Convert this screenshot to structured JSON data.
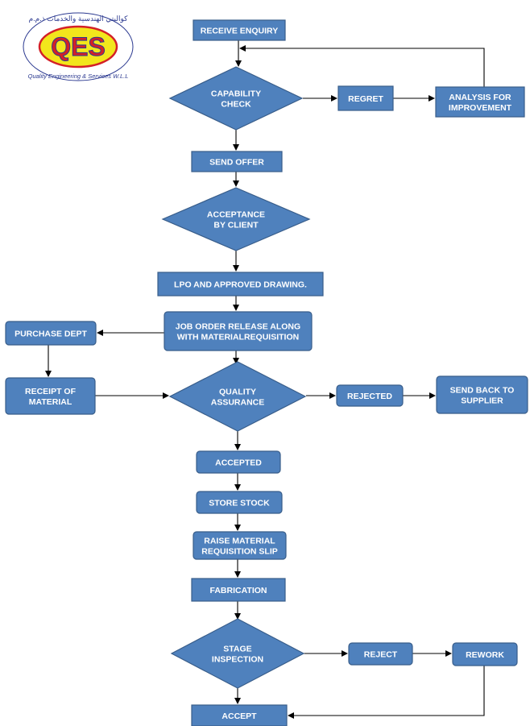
{
  "logo": {
    "abbr": "QES",
    "arabic": "كواليتي الهندسية والخدمات ذ.م.م",
    "english": "Quality Engineering & Services W.L.L"
  },
  "colors": {
    "node_fill": "#4f81bd",
    "node_stroke": "#385d8a",
    "node_text": "#ffffff",
    "edge": "#000000",
    "logo_yellow": "#f2e61c",
    "logo_red": "#d42027",
    "logo_blue": "#2b3990"
  },
  "nodes": {
    "receive_enquiry": [
      "RECEIVE ENQUIRY"
    ],
    "capability_check": [
      "CAPABILITY",
      "CHECK"
    ],
    "regret": [
      "REGRET"
    ],
    "analysis": [
      "ANALYSIS FOR",
      "IMPROVEMENT"
    ],
    "send_offer": [
      "SEND OFFER"
    ],
    "acceptance": [
      "ACCEPTANCE",
      "BY CLIENT"
    ],
    "lpo": [
      "LPO AND APPROVED DRAWING."
    ],
    "job_order": [
      "JOB ORDER RELEASE ALONG",
      "WITH MATERIALREQUISITION"
    ],
    "purchase": [
      "PURCHASE DEPT"
    ],
    "receipt": [
      "RECEIPT OF",
      "MATERIAL"
    ],
    "quality": [
      "QUALITY",
      "ASSURANCE"
    ],
    "rejected": [
      "REJECTED"
    ],
    "send_back": [
      "SEND BACK TO",
      "SUPPLIER"
    ],
    "accepted": [
      "ACCEPTED"
    ],
    "store_stock": [
      "STORE STOCK"
    ],
    "raise_slip": [
      "RAISE MATERIAL",
      "REQUISITION SLIP"
    ],
    "fabrication": [
      "FABRICATION"
    ],
    "stage_inspection": [
      "STAGE",
      "INSPECTION"
    ],
    "reject": [
      "REJECT"
    ],
    "rework": [
      "REWORK"
    ],
    "accept": [
      "ACCEPT"
    ]
  }
}
